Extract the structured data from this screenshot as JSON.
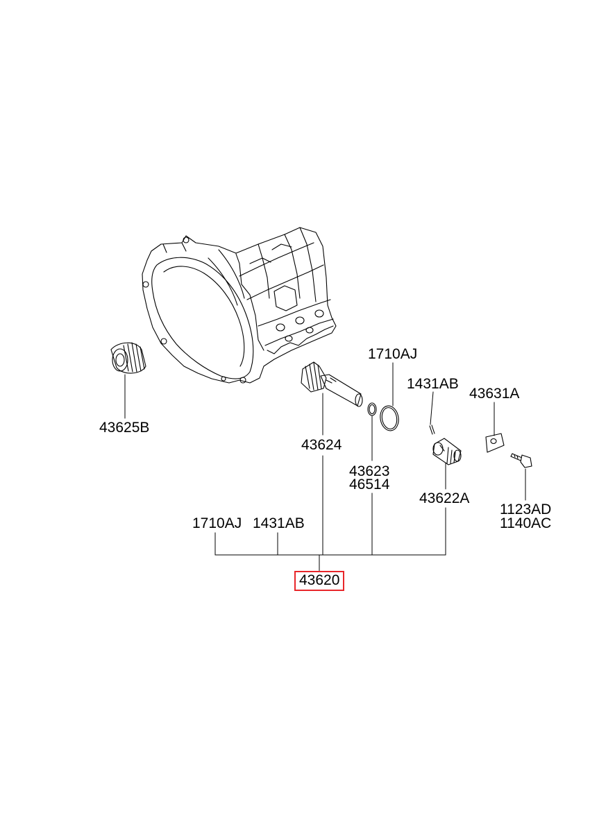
{
  "diagram": {
    "highlight_color": "#e8262a",
    "parts": [
      {
        "id": "p43625b",
        "number": "43625B",
        "icon": "bushing-icon"
      },
      {
        "id": "p1710aj_top",
        "number": "1710AJ",
        "icon": "o-ring-icon"
      },
      {
        "id": "p1431ab_top",
        "number": "1431AB",
        "icon": "pin-icon"
      },
      {
        "id": "p43631a",
        "number": "43631A",
        "icon": "retainer-plate-icon"
      },
      {
        "id": "p43624",
        "number": "43624",
        "icon": "driven-gear-icon"
      },
      {
        "id": "p43623",
        "number": "43623",
        "icon": "seal-ring-icon"
      },
      {
        "id": "p46514",
        "number": "46514",
        "icon": "seal-ring-icon"
      },
      {
        "id": "p43622a",
        "number": "43622A",
        "icon": "sleeve-icon"
      },
      {
        "id": "p1123ad",
        "number": "1123AD",
        "icon": "bolt-icon"
      },
      {
        "id": "p1140ac",
        "number": "1140AC",
        "icon": "bolt-icon"
      },
      {
        "id": "p1710aj_bottom",
        "number": "1710AJ",
        "icon": null
      },
      {
        "id": "p1431ab_bottom",
        "number": "1431AB",
        "icon": null
      },
      {
        "id": "p43620",
        "number": "43620",
        "icon": null,
        "highlighted": true
      }
    ]
  }
}
